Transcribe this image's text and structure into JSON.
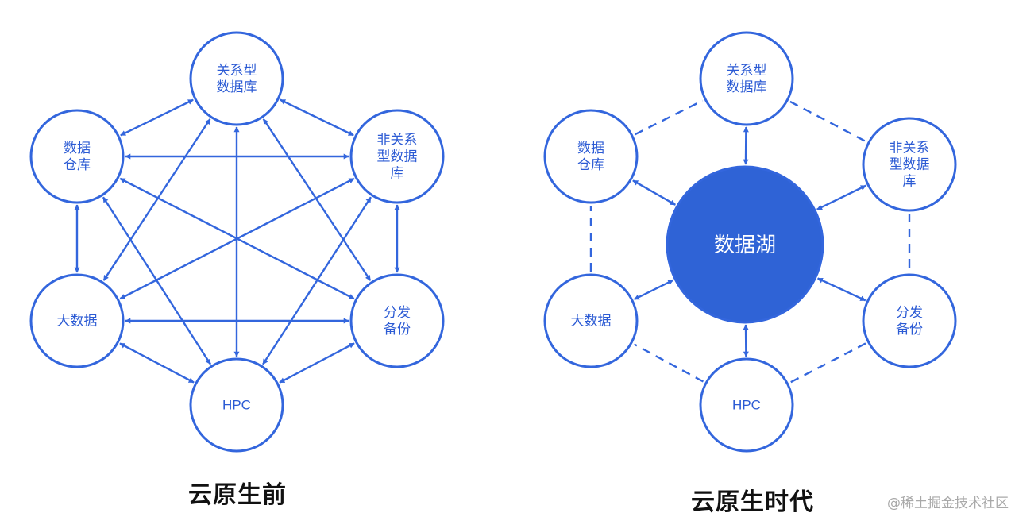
{
  "colors": {
    "stroke": "#3366dd",
    "node_text": "#2c5bd4",
    "lake_fill": "#2f63d6",
    "lake_text": "#ffffff"
  },
  "left_diagram": {
    "caption": "云原生前",
    "nodes": [
      {
        "id": "rel",
        "lines": [
          "关系型",
          "数据库"
        ]
      },
      {
        "id": "dw",
        "lines": [
          "数据",
          "仓库"
        ]
      },
      {
        "id": "nosql",
        "lines": [
          "非关系",
          "型数据",
          "库"
        ]
      },
      {
        "id": "bigdata",
        "lines": [
          "大数据"
        ]
      },
      {
        "id": "dist",
        "lines": [
          "分发",
          "备份"
        ]
      },
      {
        "id": "hpc",
        "lines": [
          "HPC"
        ]
      }
    ]
  },
  "right_diagram": {
    "caption": "云原生时代",
    "center": {
      "id": "lake",
      "lines": [
        "数据湖"
      ]
    },
    "nodes": [
      {
        "id": "rel",
        "lines": [
          "关系型",
          "数据库"
        ]
      },
      {
        "id": "dw",
        "lines": [
          "数据",
          "仓库"
        ]
      },
      {
        "id": "nosql",
        "lines": [
          "非关系",
          "型数据",
          "库"
        ]
      },
      {
        "id": "bigdata",
        "lines": [
          "大数据"
        ]
      },
      {
        "id": "dist",
        "lines": [
          "分发",
          "备份"
        ]
      },
      {
        "id": "hpc",
        "lines": [
          "HPC"
        ]
      }
    ]
  },
  "watermark": "@稀土掘金技术社区"
}
